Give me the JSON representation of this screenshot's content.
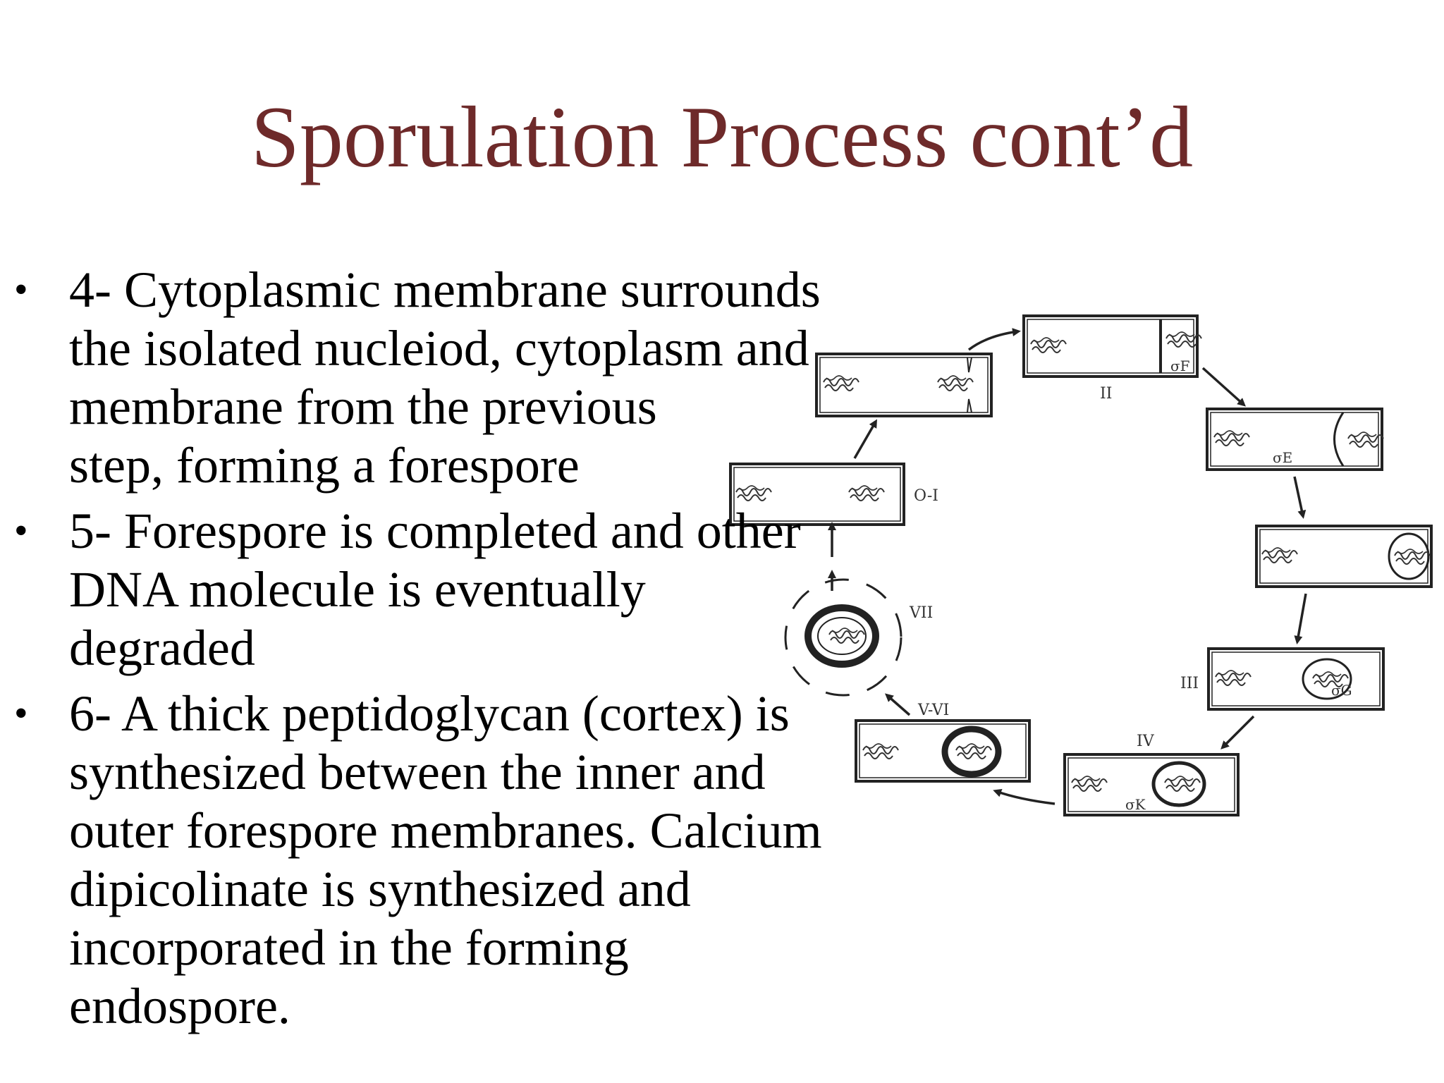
{
  "title": "Sporulation Process cont’d",
  "bullets": [
    {
      "lines": [
        "4- Cytoplasmic membrane surrounds",
        "the isolated nucleiod, cytoplasm and",
        "membrane from the previous",
        "step, forming a forespore"
      ]
    },
    {
      "lines": [
        "5- Forespore is completed and other",
        "DNA molecule is eventually",
        "degraded"
      ]
    },
    {
      "lines": [
        "6- A thick peptidoglycan (cortex) is",
        "synthesized between the inner and",
        "outer forespore membranes. Calcium",
        "dipicolinate is synthesized and",
        "incorporated in the forming",
        "endospore."
      ]
    }
  ],
  "bullet_symbol": "•",
  "diagram": {
    "stage_labels": {
      "o_i": "O-I",
      "ii": "II",
      "iii": "III",
      "iv": "IV",
      "v_vi": "V-VI",
      "vii": "VII"
    },
    "sigma_labels": {
      "f": "σF",
      "e": "σE",
      "g": "σG",
      "k": "σK"
    }
  },
  "colors": {
    "title": "#6e2a2a",
    "text": "#000000",
    "diagram_line": "#222222"
  }
}
